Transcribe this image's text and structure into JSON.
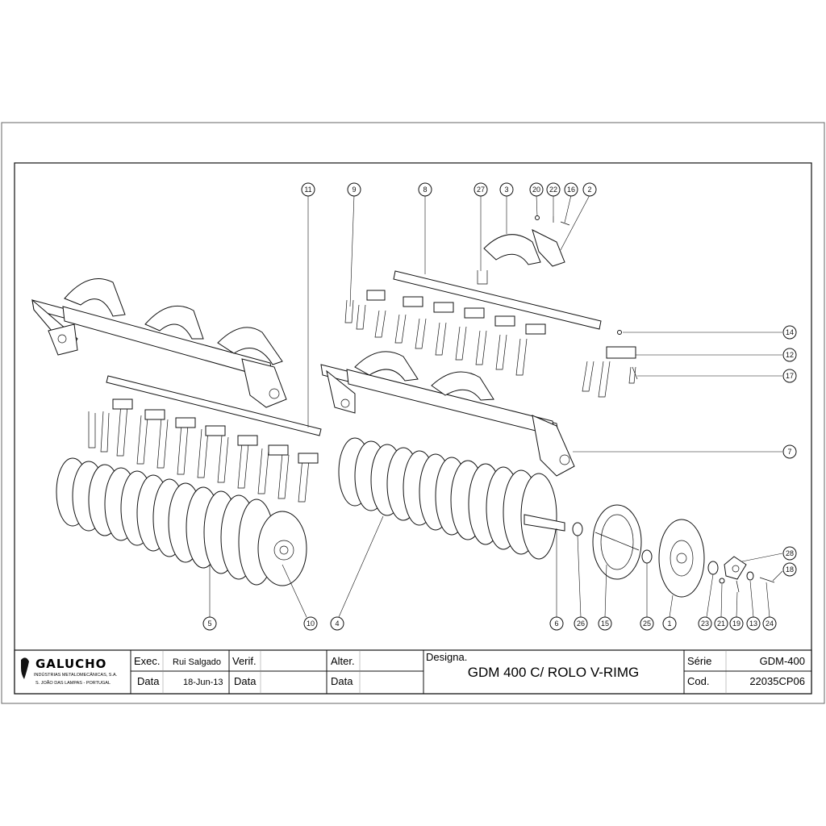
{
  "drawing": {
    "callouts": [
      {
        "id": "c11",
        "label": "11"
      },
      {
        "id": "c9",
        "label": "9"
      },
      {
        "id": "c8",
        "label": "8"
      },
      {
        "id": "c27",
        "label": "27"
      },
      {
        "id": "c3",
        "label": "3"
      },
      {
        "id": "c20",
        "label": "20"
      },
      {
        "id": "c22",
        "label": "22"
      },
      {
        "id": "c16",
        "label": "16"
      },
      {
        "id": "c2",
        "label": "2"
      },
      {
        "id": "c14",
        "label": "14"
      },
      {
        "id": "c12",
        "label": "12"
      },
      {
        "id": "c17",
        "label": "17"
      },
      {
        "id": "c7",
        "label": "7"
      },
      {
        "id": "c28",
        "label": "28"
      },
      {
        "id": "c18",
        "label": "18"
      },
      {
        "id": "c5",
        "label": "5"
      },
      {
        "id": "c10",
        "label": "10"
      },
      {
        "id": "c4",
        "label": "4"
      },
      {
        "id": "c6",
        "label": "6"
      },
      {
        "id": "c26",
        "label": "26"
      },
      {
        "id": "c15",
        "label": "15"
      },
      {
        "id": "c25",
        "label": "25"
      },
      {
        "id": "c1",
        "label": "1"
      },
      {
        "id": "c23",
        "label": "23"
      },
      {
        "id": "c21",
        "label": "21"
      },
      {
        "id": "c19",
        "label": "19"
      },
      {
        "id": "c13",
        "label": "13"
      },
      {
        "id": "c24",
        "label": "24"
      }
    ]
  },
  "title_block": {
    "brand": "GALUCHO",
    "company_line1": "INDÚSTRIAS METALOMECÂNICAS, S.A.",
    "company_line2": "S. JOÃO DAS LAMPAS - PORTUGAL",
    "exec_label": "Exec.",
    "exec_value": "Rui Salgado",
    "data_label": "Data",
    "data_value": "18-Jun-13",
    "verif_label": "Verif.",
    "verif_data_label": "Data",
    "alter_label": "Alter.",
    "alter_data_label": "Data",
    "designa_label": "Designa.",
    "designa_value": "GDM 400 C/ ROLO V-RIMG",
    "serie_label": "Série",
    "serie_value": "GDM-400",
    "cod_label": "Cod.",
    "cod_value": "22035CP06"
  }
}
